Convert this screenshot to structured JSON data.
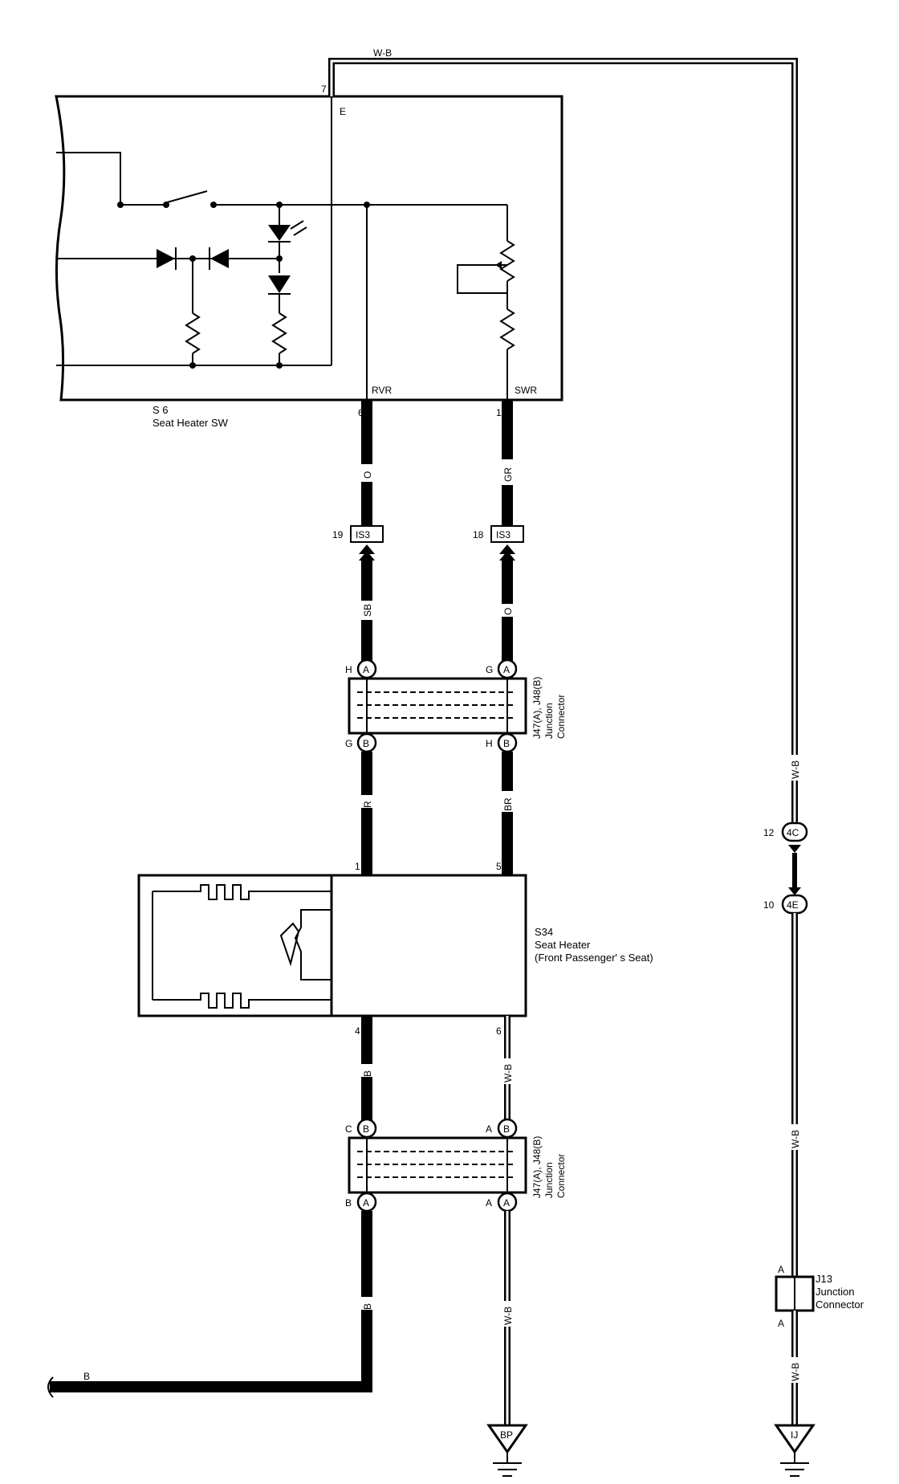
{
  "colors": {
    "ink": "#000000",
    "background": "#ffffff"
  },
  "switch_component": {
    "id": "S 6",
    "name": "Seat Heater SW",
    "terminal_e": "E",
    "terminal_rvr": "RVR",
    "terminal_swr": "SWR",
    "pin_e": "7",
    "pin_rvr": "6",
    "pin_swr": "1"
  },
  "heater_component": {
    "id": "S34",
    "name": "Seat Heater",
    "name_line2": "(Front Passenger' s Seat)",
    "pin_top_left": "1",
    "pin_top_right": "5",
    "pin_bottom_left": "4",
    "pin_bottom_right": "6"
  },
  "wires": {
    "top_ground": "W-B",
    "rvr_upper": "O",
    "swr_upper": "GR",
    "left_below_is3": "SB",
    "right_below_is3": "O",
    "left_mid": "R",
    "right_mid": "BR",
    "left_lower": "B",
    "right_lower": "W-B",
    "left_bottom": "B",
    "right_bottom": "W-B",
    "bottom_run": "B",
    "far_right_upper": "W-B",
    "far_right_mid": "W-B",
    "far_right_lower": "W-B"
  },
  "connectors": {
    "is3_left": {
      "code": "IS3",
      "pin": "19"
    },
    "is3_right": {
      "code": "IS3",
      "pin": "18"
    },
    "c4c": {
      "code": "4C",
      "pin": "12"
    },
    "c4e": {
      "code": "4E",
      "pin": "10"
    }
  },
  "junction_upper": {
    "name_line1": "J47(A), J48(B)",
    "name_line2": "Junction",
    "name_line3": "Connector",
    "top_left_pin": "H",
    "top_left_marker": "A",
    "top_right_pin": "G",
    "top_right_marker": "A",
    "bottom_left_pin": "G",
    "bottom_left_marker": "B",
    "bottom_right_pin": "H",
    "bottom_right_marker": "B"
  },
  "junction_lower": {
    "name_line1": "J47(A), J48(B)",
    "name_line2": "Junction",
    "name_line3": "Connector",
    "top_left_pin": "C",
    "top_left_marker": "B",
    "top_right_pin": "A",
    "top_right_marker": "B",
    "bottom_left_pin": "B",
    "bottom_left_marker": "A",
    "bottom_right_pin": "A",
    "bottom_right_marker": "A"
  },
  "junction_j13": {
    "name_line1": "J13",
    "name_line2": "Junction",
    "name_line3": "Connector",
    "pin_top": "A",
    "pin_bottom": "A"
  },
  "grounds": {
    "left": "BP",
    "right": "IJ"
  }
}
